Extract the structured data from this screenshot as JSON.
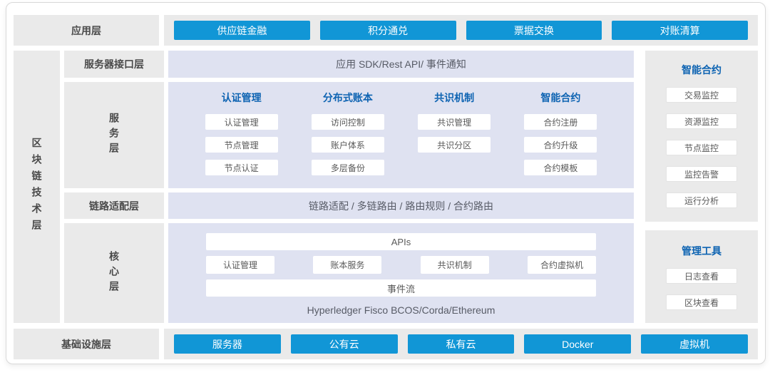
{
  "colors": {
    "accent_blue": "#1196d6",
    "header_blue": "#0d63b2",
    "lavender_panel": "#dfe2f1",
    "gray_panel": "#eaeaea",
    "label_text": "#4a4a4a",
    "item_text": "#595959"
  },
  "app_layer": {
    "label": "应用层",
    "buttons": [
      "供应链金融",
      "积分通兑",
      "票据交换",
      "对账清算"
    ]
  },
  "tech_layer": {
    "label": "区块链技术层",
    "interface_layer": {
      "label": "服务器接口层",
      "content": "应用 SDK/Rest API/ 事件通知"
    },
    "service_layer": {
      "label": "服务层",
      "columns": [
        {
          "header": "认证管理",
          "items": [
            "认证管理",
            "节点管理",
            "节点认证"
          ]
        },
        {
          "header": "分布式账本",
          "items": [
            "访问控制",
            "账户体系",
            "多层备份"
          ]
        },
        {
          "header": "共识机制",
          "items": [
            "共识管理",
            "共识分区"
          ]
        },
        {
          "header": "智能合约",
          "items": [
            "合约注册",
            "合约升级",
            "合约模板"
          ]
        }
      ]
    },
    "link_layer": {
      "label": "链路适配层",
      "content": "链路适配 / 多链路由 / 路由规则 / 合约路由"
    },
    "core_layer": {
      "label": "核心层",
      "apis_bar": "APIs",
      "modules": [
        "认证管理",
        "账本服务",
        "共识机制",
        "合约虚拟机"
      ],
      "event_bar": "事件流",
      "platforms": "Hyperledger Fisco BCOS/Corda/Ethereum"
    }
  },
  "sidebar": {
    "panels": [
      {
        "header": "智能合约",
        "items": [
          "交易监控",
          "资源监控",
          "节点监控",
          "监控告警",
          "运行分析"
        ]
      },
      {
        "header": "管理工具",
        "items": [
          "日志查看",
          "区块查看"
        ]
      }
    ]
  },
  "infra_layer": {
    "label": "基础设施层",
    "buttons": [
      "服务器",
      "公有云",
      "私有云",
      "Docker",
      "虚拟机"
    ]
  }
}
